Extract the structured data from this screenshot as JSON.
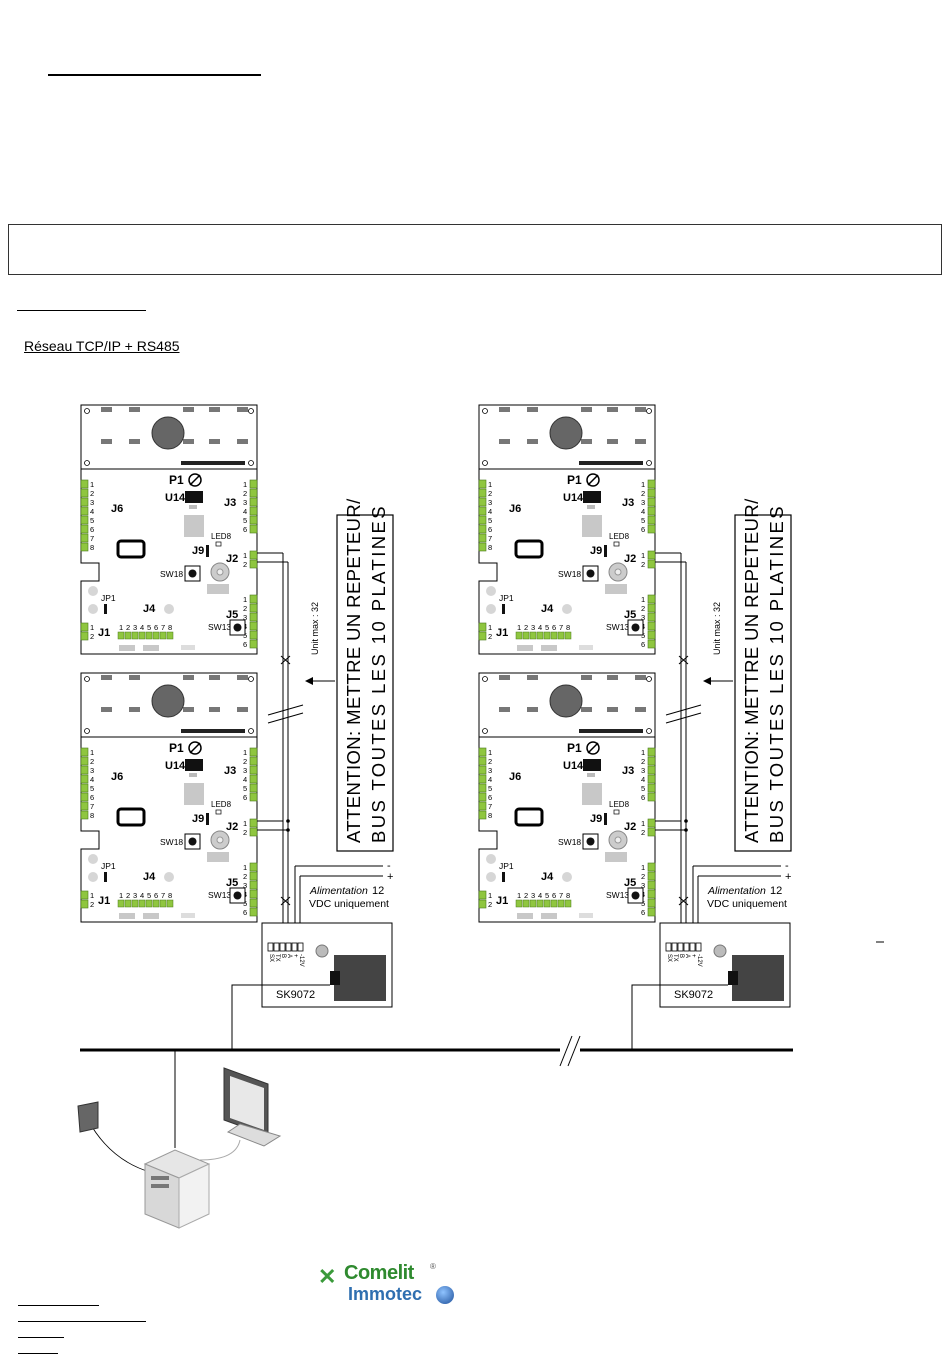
{
  "section_title": "Réseau TCP/IP + RS485",
  "board": {
    "p1": "P1",
    "u14": "U14",
    "j6": "J6",
    "j3": "J3",
    "led8": "LED8",
    "j9": "J9",
    "j2": "J2",
    "sw18": "SW18",
    "jp1": "JP1",
    "j4": "J4",
    "j5": "J5",
    "sw13": "SW13",
    "j1": "J1",
    "pins_8": [
      "1",
      "2",
      "3",
      "4",
      "5",
      "6",
      "7",
      "8"
    ],
    "pins_6": [
      "1",
      "2",
      "3",
      "4",
      "5",
      "6"
    ],
    "pins_2": [
      "1",
      "2"
    ]
  },
  "unit_max": "Unit max : 32",
  "attention_line1": "ATTENTION: METTRE UN REPETEUR/",
  "attention_line2": "BUS TOUTES LES 10 PLATINES",
  "power_minus": "-",
  "power_plus": "+",
  "power_label_italic": "Alimentation",
  "power_label_num": "12",
  "power_label_line2": "VDC uniquement",
  "module_name": "SK9072",
  "module_terminals": [
    "SX",
    "TX",
    "B",
    "A",
    "+",
    "-12V"
  ],
  "logo_top": "Comelit",
  "logo_bottom": "Immotec",
  "logo_reg": "®",
  "colors": {
    "terminal_green": "#8fc63f",
    "grey_block": "#cccccc",
    "dark": "#222222",
    "logo_green": "#2f8a2f",
    "logo_blue": "#2f6fb0"
  }
}
